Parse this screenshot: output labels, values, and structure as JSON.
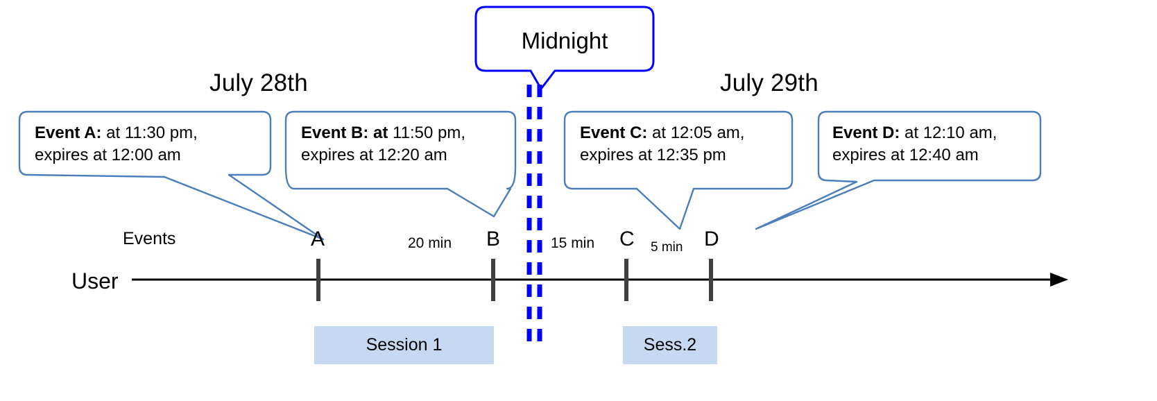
{
  "diagram": {
    "title_midnight": "Midnight",
    "dates": [
      {
        "label": "July 28th"
      },
      {
        "label": "July 29th"
      }
    ],
    "axis": {
      "user_label": "User",
      "events_label": "Events"
    },
    "callouts": [
      {
        "id": "event-a",
        "bold": "Event A:",
        "rest_line1": " at 11:30 pm,",
        "line2": "expires at 12:00 am"
      },
      {
        "id": "event-b",
        "bold": "Event B: at",
        "rest_line1": " 11:50 pm,",
        "line2": "expires at 12:20 am"
      },
      {
        "id": "event-c",
        "bold": "Event C:",
        "rest_line1": " at 12:05 am,",
        "line2": "expires at 12:35 pm"
      },
      {
        "id": "event-d",
        "bold": "Event D:",
        "rest_line1": "  at 12:10 am,",
        "line2": "expires at 12:40 am"
      }
    ],
    "ticks": [
      {
        "letter": "A"
      },
      {
        "letter": "B"
      },
      {
        "letter": "C"
      },
      {
        "letter": "D"
      }
    ],
    "gaps": [
      {
        "label": "20 min"
      },
      {
        "label": "15 min"
      },
      {
        "label": "5 min"
      }
    ],
    "sessions": [
      {
        "label": "Session 1"
      },
      {
        "label": "Sess.2"
      }
    ],
    "colors": {
      "callout_border": "#4a7ebb",
      "midnight_border": "#0000ff",
      "midnight_dash": "#0000ff",
      "session_fill": "#c6d9f1",
      "axis_line": "#000000",
      "tick": "#404040"
    }
  },
  "chart_data": {
    "type": "timeline",
    "title": "Event expiry across midnight boundary",
    "xlabel": "",
    "ylabel": "",
    "boundary": {
      "label": "Midnight",
      "between": [
        "July 28th",
        "July 29th"
      ]
    },
    "day_segments": [
      "July 28th",
      "July 29th"
    ],
    "events": [
      {
        "id": "A",
        "start": "11:30 pm",
        "expires": "12:00 am",
        "day": "July 28th",
        "session": "Session 1"
      },
      {
        "id": "B",
        "start": "11:50 pm",
        "expires": "12:20 am",
        "day": "July 28th",
        "session": "Session 1"
      },
      {
        "id": "C",
        "start": "12:05 am",
        "expires": "12:35 pm",
        "day": "July 29th",
        "session": "Sess.2"
      },
      {
        "id": "D",
        "start": "12:10 am",
        "expires": "12:40 am",
        "day": "July 29th",
        "session": "Sess.2"
      }
    ],
    "intervals": [
      {
        "from": "A",
        "to": "B",
        "label": "20 min"
      },
      {
        "from": "B",
        "to": "C",
        "label": "15 min"
      },
      {
        "from": "C",
        "to": "D",
        "label": "5 min"
      }
    ],
    "sessions": [
      {
        "label": "Session 1",
        "covers": [
          "A",
          "B"
        ]
      },
      {
        "label": "Sess.2",
        "covers": [
          "C",
          "D"
        ]
      }
    ]
  }
}
